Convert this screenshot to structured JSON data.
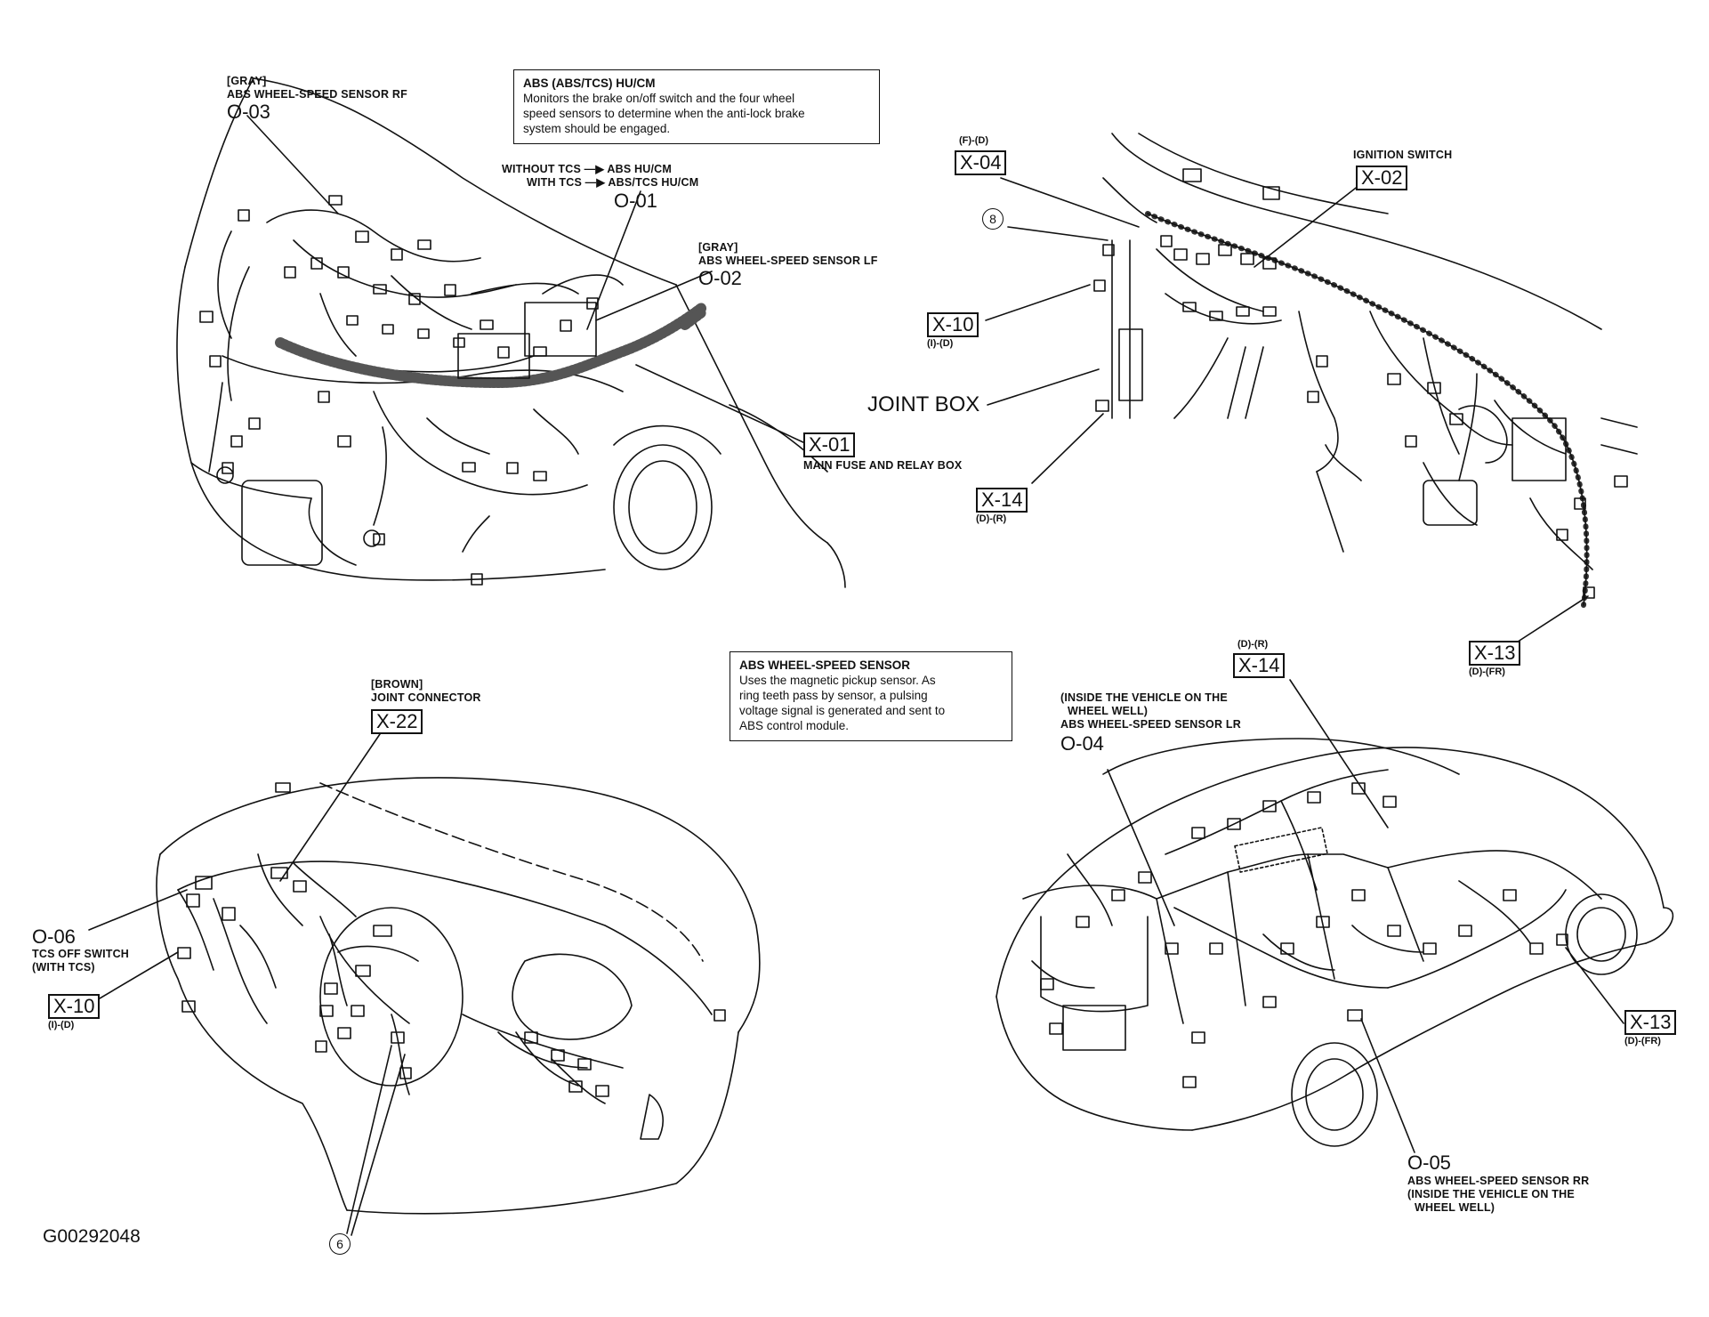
{
  "figure_id": "G00292048",
  "callouts": {
    "abs_hucm": {
      "title": "ABS (ABS/TCS) HU/CM",
      "lines": [
        "Monitors the brake on/off switch and the four wheel",
        "speed sensors to determine when the anti-lock brake",
        "system should be engaged."
      ]
    },
    "wheel_speed_sensor": {
      "title": "ABS WHEEL-SPEED SENSOR",
      "lines": [
        "Uses the magnetic pickup sensor. As",
        "ring teeth pass by sensor, a pulsing",
        "voltage signal is generated and sent to",
        "ABS control module."
      ]
    }
  },
  "labels": {
    "o03": {
      "color": "[GRAY]",
      "name": "ABS WHEEL-SPEED SENSOR RF",
      "code": "O-03"
    },
    "o01": {
      "line1": "WITHOUT TCS —▶ ABS HU/CM",
      "line2": "WITH TCS —▶ ABS/TCS HU/CM",
      "code": "O-01"
    },
    "o02": {
      "color": "[GRAY]",
      "name": "ABS WHEEL-SPEED SENSOR LF",
      "code": "O-02"
    },
    "x01": {
      "code": "X-01",
      "name": "MAIN FUSE AND RELAY BOX"
    },
    "x04": {
      "pos": "(F)-(D)",
      "code": "X-04"
    },
    "x02": {
      "name": "IGNITION SWITCH",
      "code": "X-02"
    },
    "n8": "8",
    "x10_top": {
      "code": "X-10",
      "pos": "(I)-(D)"
    },
    "joint_box": "JOINT BOX",
    "x14_top": {
      "code": "X-14",
      "pos": "(D)-(R)"
    },
    "x13_top": {
      "code": "X-13",
      "pos": "(D)-(FR)"
    },
    "x22": {
      "color": "[BROWN]",
      "name": "JOINT CONNECTOR",
      "code": "X-22"
    },
    "o06": {
      "code": "O-06",
      "name1": "TCS OFF SWITCH",
      "name2": "(WITH TCS)"
    },
    "x10_bot": {
      "code": "X-10",
      "pos": "(I)-(D)"
    },
    "n6": "6",
    "x14_bot": {
      "pos": "(D)-(R)",
      "code": "X-14"
    },
    "o04": {
      "note1": "(INSIDE THE VEHICLE ON THE",
      "note2": "WHEEL WELL)",
      "name": "ABS WHEEL-SPEED SENSOR LR",
      "code": "O-04"
    },
    "x13_bot": {
      "code": "X-13",
      "pos": "(D)-(FR)"
    },
    "o05": {
      "code": "O-05",
      "name": "ABS WHEEL-SPEED SENSOR RR",
      "note1": "(INSIDE THE VEHICLE ON THE",
      "note2": "WHEEL WELL)"
    }
  }
}
